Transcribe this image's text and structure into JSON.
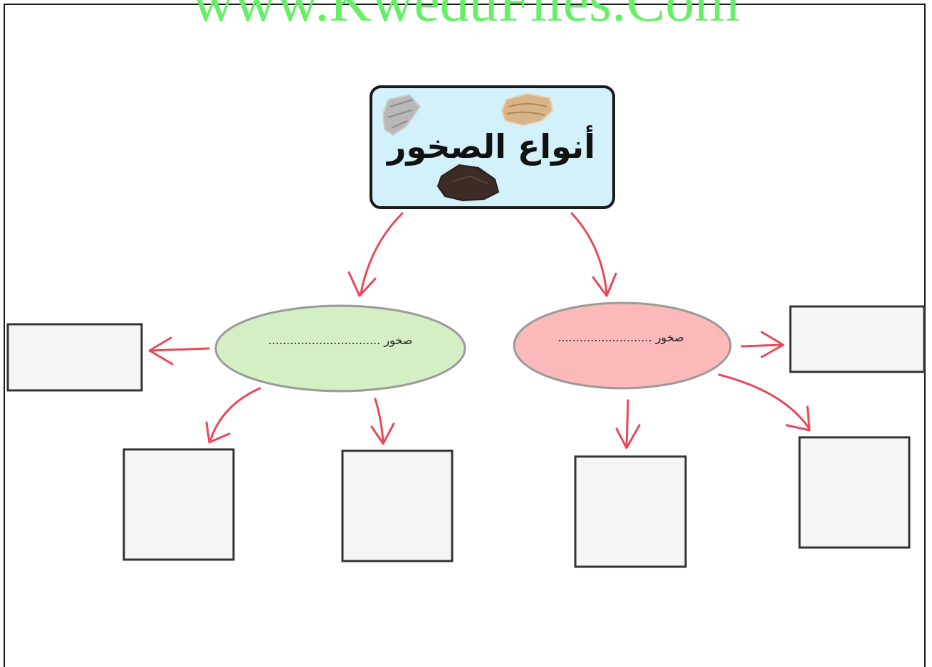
{
  "watermark": {
    "text": "www.KweduFiles.Com",
    "color": "#66ee66"
  },
  "title_box": {
    "label": "أنواع الصخور",
    "fill": "#d3f1fb",
    "icons": [
      "gray-rock-icon",
      "tan-rock-icon",
      "dark-rock-icon"
    ]
  },
  "categories": [
    {
      "name": "left-category",
      "label": "صخور ...............................",
      "fill": "#d5efc4",
      "stroke": "#9a9a9a"
    },
    {
      "name": "right-category",
      "label": "صخور ..........................",
      "fill": "#fbb9ba",
      "stroke": "#9a9a9a"
    }
  ],
  "colors": {
    "arrow": "#e8485a",
    "box_fill": "#f5f5f5",
    "box_stroke": "#333333",
    "frame": "#1a1a1a"
  }
}
